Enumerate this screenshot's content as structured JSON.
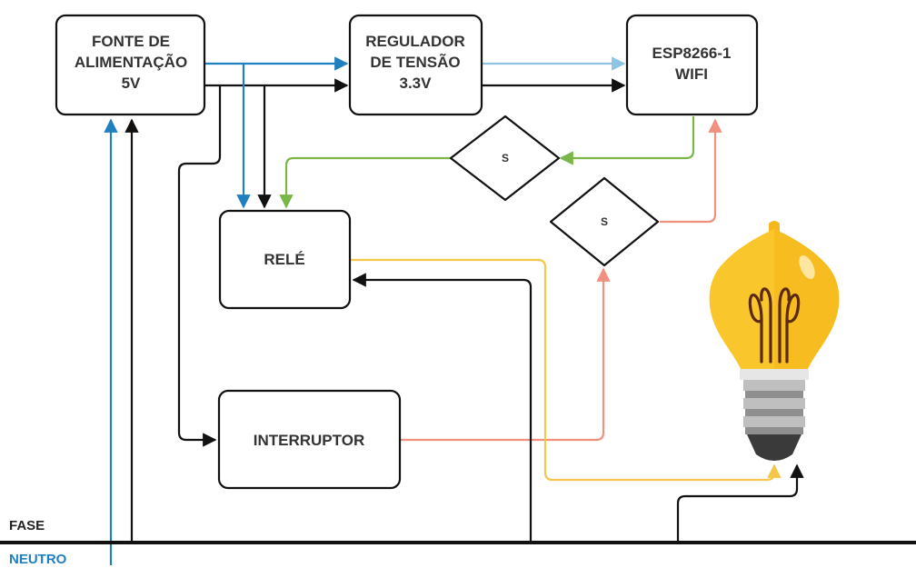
{
  "blocks": {
    "power_supply": {
      "lines": [
        "FONTE DE",
        "ALIMENTAÇÃO",
        "5V"
      ]
    },
    "regulator": {
      "lines": [
        "REGULADOR",
        "DE TENSÃO",
        "3.3V"
      ]
    },
    "esp": {
      "lines": [
        "ESP8266-1",
        "WIFI"
      ]
    },
    "relay": {
      "lines": [
        "RELÉ"
      ]
    },
    "switch": {
      "lines": [
        "INTERRUPTOR"
      ]
    }
  },
  "decisions": {
    "upper": "S",
    "lower": "S"
  },
  "buses": {
    "fase": "FASE",
    "neutro": "NEUTRO"
  },
  "colors": {
    "blue": "#1f7fbf",
    "light_blue": "#8ec3e6",
    "black": "#111111",
    "green": "#7ab648",
    "salmon": "#f0907f",
    "yellow": "#f4c64a",
    "neutro_text": "#1f7fbf"
  },
  "icons": {
    "bulb": "light-bulb-icon"
  }
}
